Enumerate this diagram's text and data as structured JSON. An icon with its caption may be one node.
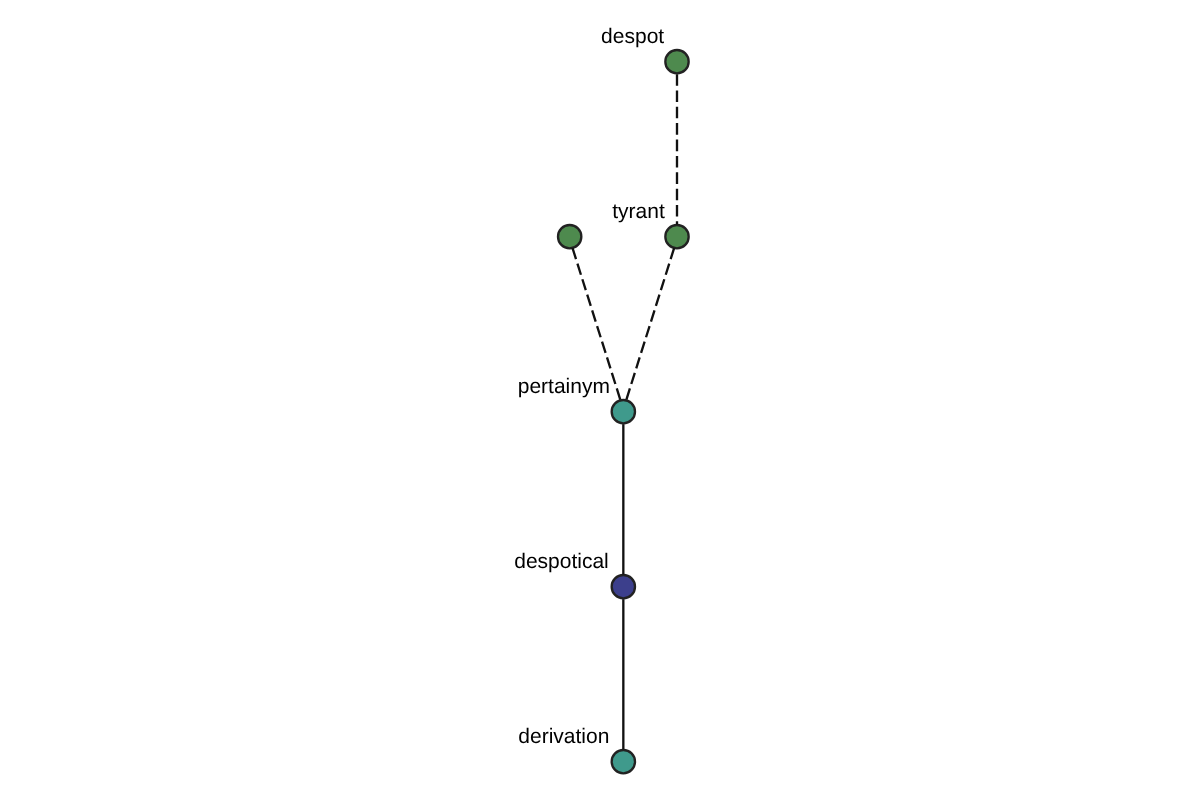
{
  "diagram": {
    "nodes": [
      {
        "text": [],
        "shape": "circle"
      },
      {
        "text": [
          "despot"
        ]
      },
      {
        "text": [
          "tyrant"
        ]
      },
      {
        "text": [
          "pertainym"
        ]
      },
      {
        "text": [
          "despotical"
        ]
      },
      {
        "text": [
          "derivation"
        ]
      }
    ],
    "edges": [
      {
        "from": 0,
        "to": 3,
        "arrow": "none",
        "style": "dashed"
      },
      {
        "from": 1,
        "to": 2,
        "arrow": "none",
        "style": "dashed"
      },
      {
        "from": 2,
        "to": 3,
        "arrow": "none",
        "style": "dashed"
      },
      {
        "from": 3,
        "to": 4,
        "arrow": "none"
      },
      {
        "from": 4,
        "to": 5,
        "arrow": "none"
      }
    ]
  }
}
